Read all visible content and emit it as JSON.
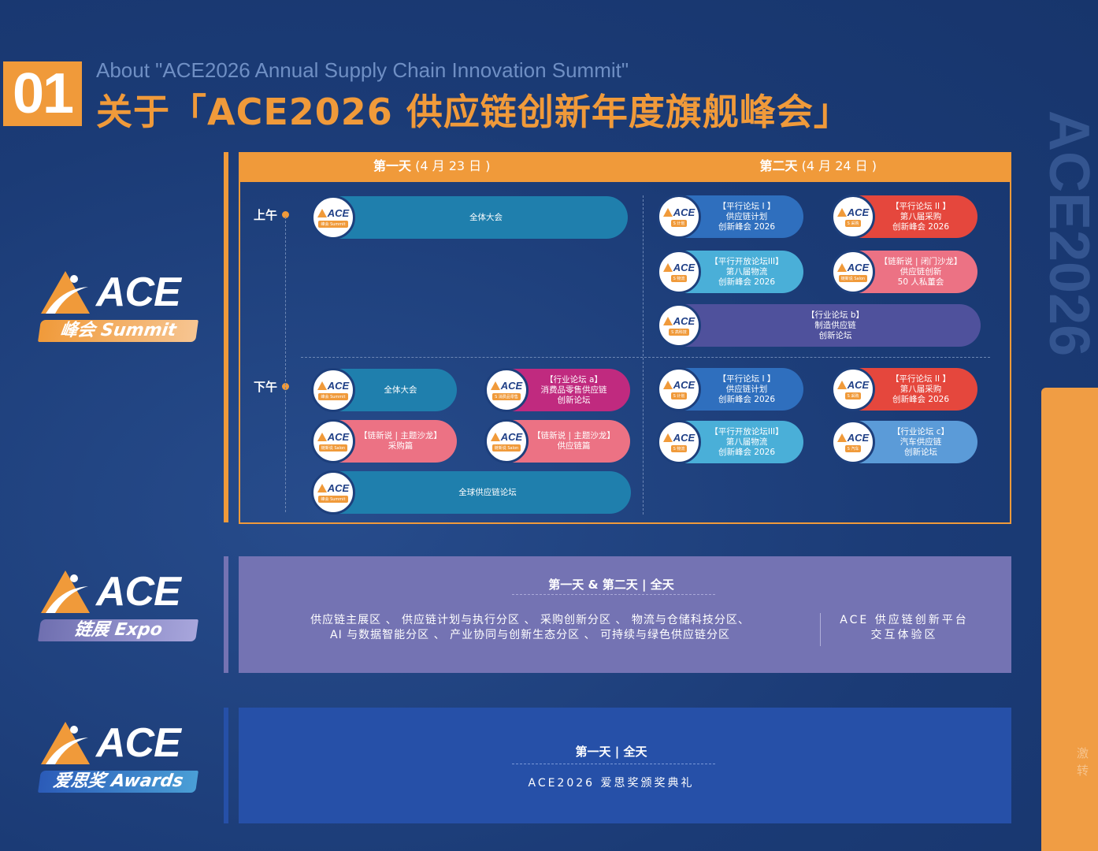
{
  "header": {
    "number": "01",
    "subtitle": "About \"ACE2026 Annual Supply Chain Innovation Summit\"",
    "title": "关于「ACE2026 供应链创新年度旗舰峰会」",
    "watermark": "ACE2026",
    "side_text": [
      "激",
      "转"
    ]
  },
  "colors": {
    "accent": "#f09a3a",
    "background": "#1d3f7c",
    "expo": "#7473b3",
    "awards": "#2650a8"
  },
  "brands": [
    {
      "logo": "ACE",
      "label": "峰会 Summit"
    },
    {
      "logo": "ACE",
      "label": "链展 Expo"
    },
    {
      "logo": "ACE",
      "label": "爱思奖 Awards"
    }
  ],
  "summit": {
    "day1": {
      "name": "第一天",
      "date": "(4 月 23 日 )"
    },
    "day2": {
      "name": "第二天",
      "date": "(4 月 24 日 )"
    },
    "morning": "上午",
    "afternoon": "下午",
    "sessions": [
      {
        "lines": [
          "全体大会"
        ],
        "tag": "峰会 Summit",
        "color": "#1f7fad"
      },
      {
        "lines": [
          "【平行论坛 I 】",
          "供应链计划",
          "创新峰会 2026"
        ],
        "tag": "S 计划",
        "color": "#2f6fbe"
      },
      {
        "lines": [
          "【平行论坛 II 】",
          "第八届采购",
          "创新峰会 2026"
        ],
        "tag": "S 采购",
        "color": "#e5473d"
      },
      {
        "lines": [
          "【平行开放论坛III】",
          "第八届物流",
          "创新峰会 2026"
        ],
        "tag": "S 物流",
        "color": "#4aafd8"
      },
      {
        "lines": [
          "【链新说 | 闭门沙龙】",
          "供应链创新",
          "50 人私董会"
        ],
        "tag": "链新说 Salon",
        "color": "#ec7284"
      },
      {
        "lines": [
          "【行业论坛 b】",
          "制造供应链",
          "创新论坛"
        ],
        "tag": "S 高科技",
        "color": "#4f519c"
      },
      {
        "lines": [
          "全体大会"
        ],
        "tag": "峰会 Summit",
        "color": "#1f7fad"
      },
      {
        "lines": [
          "【行业论坛 a】",
          "消费品零售供应链",
          "创新论坛"
        ],
        "tag": "S 消费品零售",
        "color": "#c02a7f"
      },
      {
        "lines": [
          "【链新说 | 主题沙龙】",
          "采购篇"
        ],
        "tag": "链新说 Salon",
        "color": "#ec7284"
      },
      {
        "lines": [
          "【链新说 | 主题沙龙】",
          "供应链篇"
        ],
        "tag": "链新说 Salon",
        "color": "#ec7284"
      },
      {
        "lines": [
          "全球供应链论坛"
        ],
        "tag": "峰会 Summit",
        "color": "#1f7fad"
      },
      {
        "lines": [
          "【平行论坛 I 】",
          "供应链计划",
          "创新峰会 2026"
        ],
        "tag": "S 计划",
        "color": "#2f6fbe"
      },
      {
        "lines": [
          "【平行论坛 II 】",
          "第八届采购",
          "创新峰会 2026"
        ],
        "tag": "S 采购",
        "color": "#e5473d"
      },
      {
        "lines": [
          "【平行开放论坛III】",
          "第八届物流",
          "创新峰会 2026"
        ],
        "tag": "S 物流",
        "color": "#4aafd8"
      },
      {
        "lines": [
          "【行业论坛 c】",
          "汽车供应链",
          "创新论坛"
        ],
        "tag": "S 汽车",
        "color": "#5b9bd8"
      }
    ]
  },
  "expo": {
    "heading": "第一天 & 第二天 | 全天",
    "zones": [
      "供应链主展区 、 供应链计划与执行分区 、 采购创新分区 、 物流与仓储科技分区、",
      "AI 与数据智能分区 、 产业协同与创新生态分区 、 可持续与绿色供应链分区"
    ],
    "platform": [
      "ACE 供应链创新平台",
      "交互体验区"
    ]
  },
  "awards": {
    "heading": "第一天 | 全天",
    "event": "ACE2026 爱思奖颁奖典礼"
  }
}
